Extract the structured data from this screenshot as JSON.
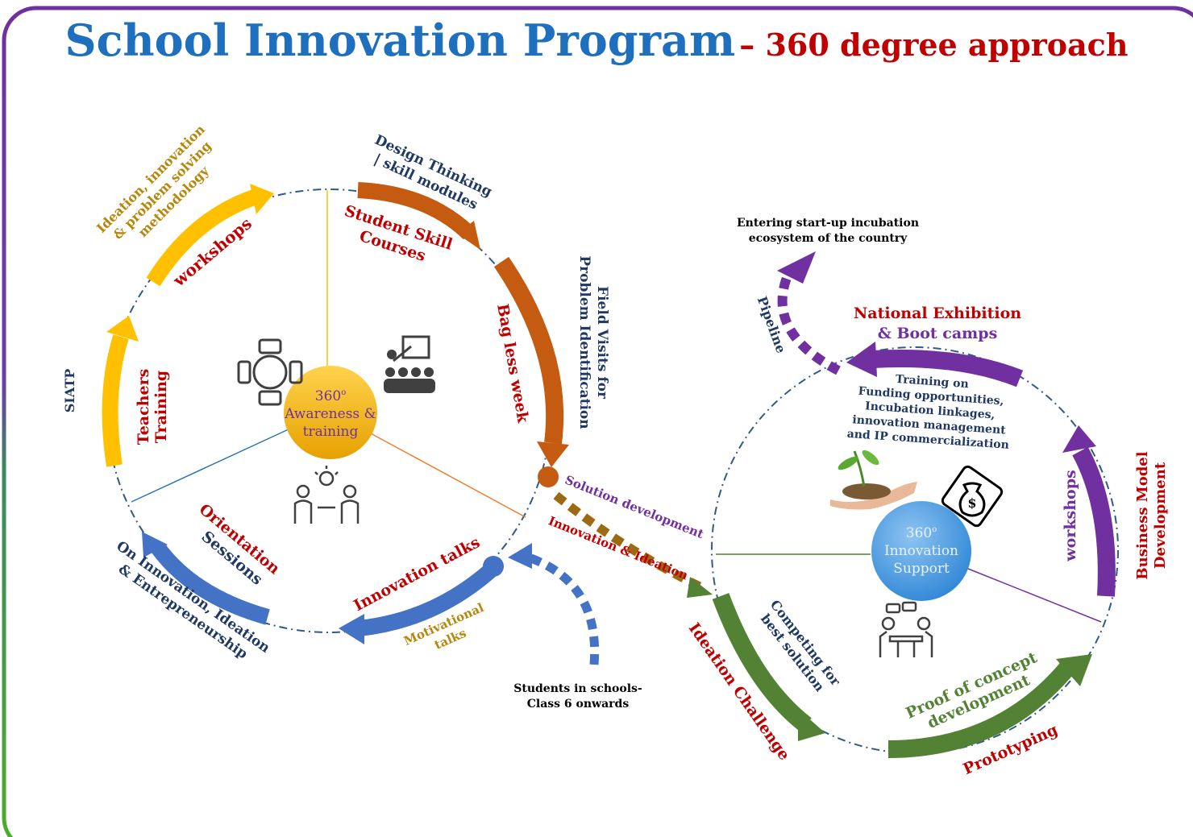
{
  "title": {
    "main": "School Innovation Program",
    "sub": "– 360 degree approach"
  },
  "left_cycle": {
    "center": {
      "line1": "360",
      "sup": "o",
      "line2": "Awareness &",
      "line3": "training"
    },
    "segments": {
      "workshops": "workshops",
      "ideation_line1": "Ideation, innovation",
      "ideation_line2": "& problem solving",
      "ideation_line3": "methodology",
      "design_line1": "Design Thinking",
      "design_line2": "| skill modules",
      "student_line1": "Student Skill",
      "student_line2": "Courses",
      "field_line1": "Field Visits for",
      "field_line2": "Problem Identification",
      "bagless": "Bag less week",
      "siatp": "SIATP",
      "teachers_line1": "Teachers",
      "teachers_line2": "Training",
      "orientation_line1": "Orientation",
      "orientation_line2": "Sessions",
      "on_innovation_line1": "On Innovation, Ideation",
      "on_innovation_line2": "& Entrepreneurship",
      "innovation_talks": "Innovation talks",
      "motivational_line1": "Motivational",
      "motivational_line2": "talks"
    }
  },
  "connector": {
    "solution": "Solution development",
    "innovation_ideation": "Innovation & Ideation",
    "students_line1": "Students in schools-",
    "students_line2": "Class 6 onwards"
  },
  "right_cycle": {
    "center": {
      "line1": "360",
      "sup": "o",
      "line2": "Innovation",
      "line3": "Support"
    },
    "entering_line1": "Entering start-up incubation",
    "entering_line2": "ecosystem of the country",
    "pipeline": "Pipeline",
    "national_line1": "National Exhibition",
    "national_line2": "& Boot camps",
    "training_lines": [
      "Training on",
      "Funding opportunities,",
      "Incubation linkages,",
      "innovation management",
      "and IP commercialization"
    ],
    "workshops": "workshops",
    "business_line1": "Business Model",
    "business_line2": "Development",
    "competing_line1": "Competing for",
    "competing_line2": "best solution",
    "ideation_challenge": "Ideation Challenge",
    "proof_line1": "Proof of concept",
    "proof_line2": "development",
    "prototyping": "Prototyping"
  },
  "colors": {
    "title_blue": "#1f6fbf",
    "title_red": "#c00000",
    "yellow": "#ffc000",
    "orange": "#c55a11",
    "blue_arrow": "#4472c4",
    "purple": "#7030a0",
    "green": "#548235",
    "text_red": "#c00000",
    "text_navy": "#1f3864",
    "text_brown": "#b8860b",
    "frame_purple": "#7030a0",
    "frame_green": "#4caf27"
  },
  "icons": [
    "meeting-table-icon",
    "presentation-audience-icon",
    "idea-exchange-icon",
    "plant-in-hand-icon",
    "money-bag-icon",
    "team-discussion-icon"
  ]
}
